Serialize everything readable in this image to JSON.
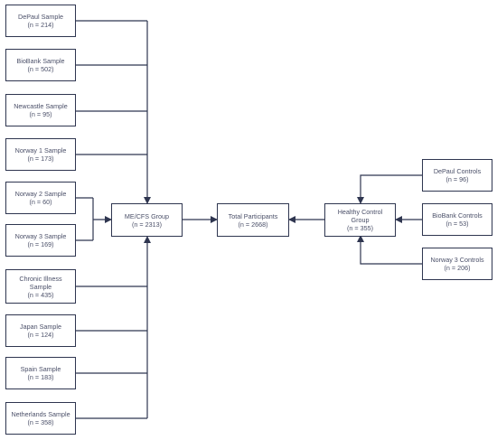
{
  "nodes": {
    "depaul_sample": {
      "label": "DePaul Sample",
      "count": "(n = 214)"
    },
    "biobank_sample": {
      "label": "BioBank Sample",
      "count": "(n = 502)"
    },
    "newcastle_sample": {
      "label": "Newcastle Sample",
      "count": "(n = 95)"
    },
    "norway1_sample": {
      "label": "Norway 1 Sample",
      "count": "(n = 173)"
    },
    "norway2_sample": {
      "label": "Norway 2 Sample",
      "count": "(n = 60)"
    },
    "norway3_sample": {
      "label": "Norway 3 Sample",
      "count": "(n = 169)"
    },
    "chronic_illness_sample": {
      "label": "Chronic Illness\nSample",
      "count": "(n = 435)"
    },
    "japan_sample": {
      "label": "Japan Sample",
      "count": "(n = 124)"
    },
    "spain_sample": {
      "label": "Spain Sample",
      "count": "(n = 183)"
    },
    "netherlands_sample": {
      "label": "Netherlands Sample",
      "count": "(n = 358)"
    },
    "mecfs_group": {
      "label": "ME/CFS Group",
      "count": "(n = 2313)"
    },
    "total_participants": {
      "label": "Total Participants",
      "count": "(n = 2668)"
    },
    "healthy_control_group": {
      "label": "Healthy Control Group",
      "count": "(n = 355)"
    },
    "depaul_controls": {
      "label": "DePaul Controls",
      "count": "(n = 96)"
    },
    "biobank_controls": {
      "label": "BioBank Controls",
      "count": "(n = 53)"
    },
    "norway3_controls": {
      "label": "Norway 3 Controls",
      "count": "(n = 206)"
    }
  },
  "colors": {
    "line": "#2f3650",
    "text": "#4a4f68",
    "background": "#ffffff"
  }
}
